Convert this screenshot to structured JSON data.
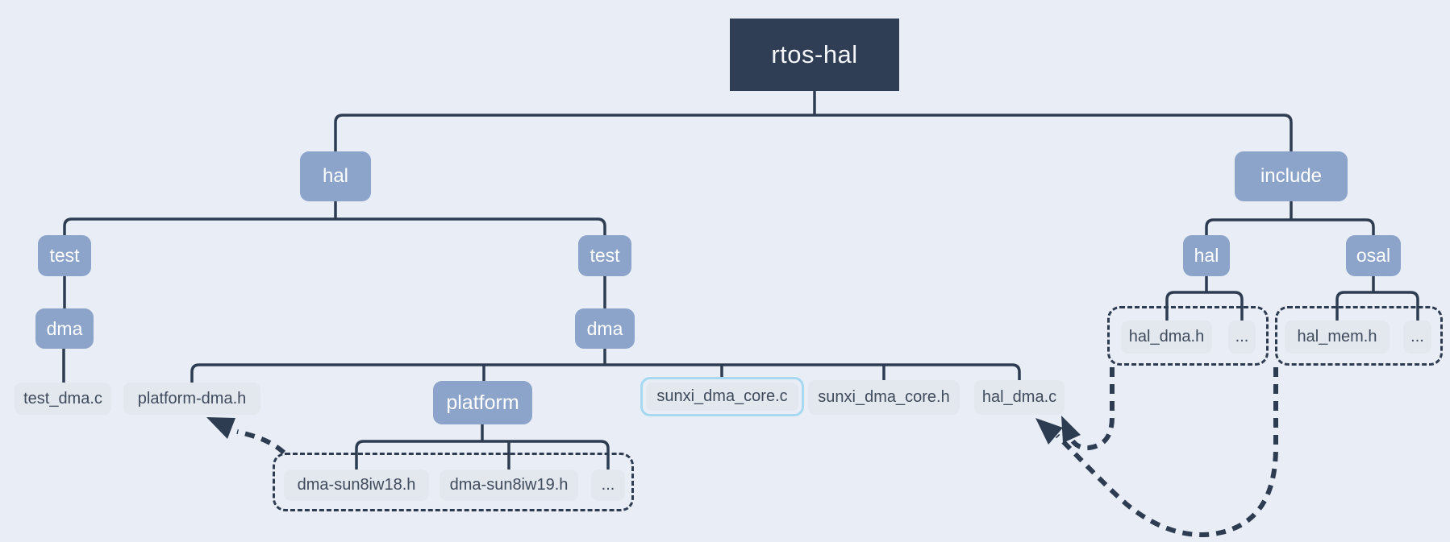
{
  "nodes": {
    "root": {
      "label": "rtos-hal"
    },
    "hal_l1": {
      "label": "hal"
    },
    "include": {
      "label": "include"
    },
    "test_left": {
      "label": "test"
    },
    "test_mid": {
      "label": "test"
    },
    "hal_right": {
      "label": "hal"
    },
    "osal": {
      "label": "osal"
    },
    "dma_left": {
      "label": "dma"
    },
    "dma_mid": {
      "label": "dma"
    },
    "test_dma_c": {
      "label": "test_dma.c"
    },
    "platform_dma_h": {
      "label": "platform-dma.h"
    },
    "platform": {
      "label": "platform"
    },
    "sunxi_dma_core_c": {
      "label": "sunxi_dma_core.c"
    },
    "sunxi_dma_core_h": {
      "label": "sunxi_dma_core.h"
    },
    "hal_dma_c": {
      "label": "hal_dma.c"
    },
    "dma_sun8iw18_h": {
      "label": "dma-sun8iw18.h"
    },
    "dma_sun8iw19_h": {
      "label": "dma-sun8iw19.h"
    },
    "platform_ellipsis": {
      "label": "..."
    },
    "hal_dma_h": {
      "label": "hal_dma.h"
    },
    "hal_ellipsis": {
      "label": "..."
    },
    "hal_mem_h": {
      "label": "hal_mem.h"
    },
    "osal_ellipsis": {
      "label": "..."
    }
  },
  "colors": {
    "background": "#e9eef6",
    "line_dark": "#2e3c52",
    "folder_blue": "#8ca4c9",
    "file_gray": "#e3e8ef",
    "file_text": "#3f4a5b",
    "highlight_border": "#a6d9f1",
    "root_bg": "#2f3e54"
  }
}
